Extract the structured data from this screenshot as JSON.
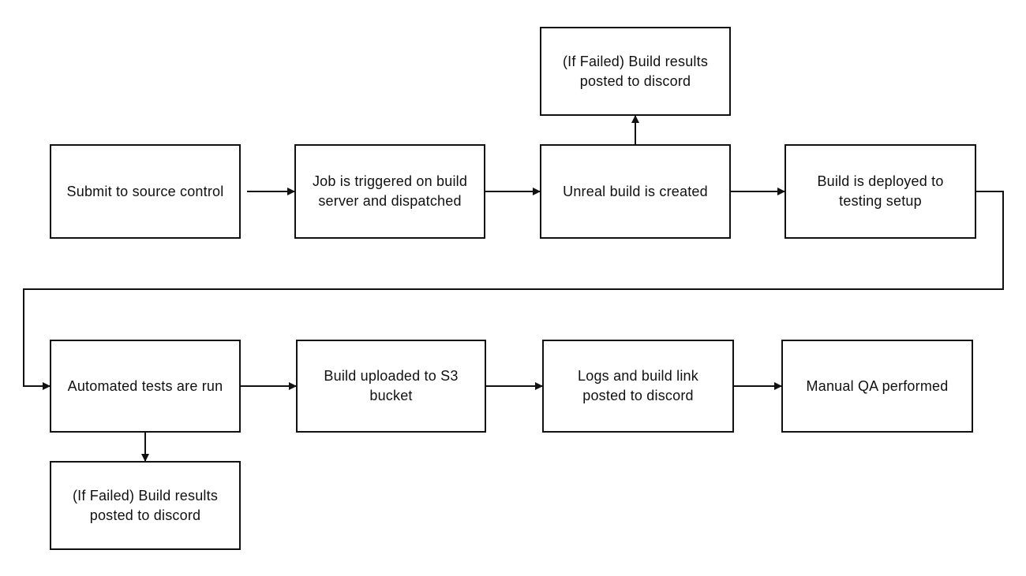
{
  "nodes": {
    "submit": "Submit to source control",
    "triggered": "Job is triggered on build server and dispatched",
    "unreal_build": "Unreal build is created",
    "build_failed": "(If Failed) Build results posted to discord",
    "deployed": "Build is deployed to testing setup",
    "tests": "Automated tests are run",
    "tests_failed": "(If Failed) Build results posted to discord",
    "s3_upload": "Build uploaded to S3 bucket",
    "logs": "Logs and build link posted to discord",
    "manual_qa": "Manual QA performed"
  },
  "colors": {
    "stroke": "#111111",
    "fill": "#ffffff"
  }
}
